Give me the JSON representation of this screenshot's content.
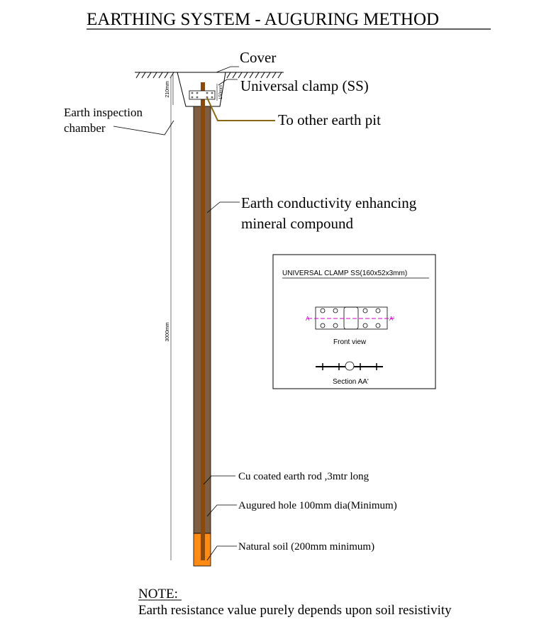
{
  "title": "EARTHING SYSTEM - AUGURING METHOD",
  "labels": {
    "cover": "Cover",
    "clamp": "Universal clamp (SS)",
    "chamber_1": "Earth inspection",
    "chamber_2": "chamber",
    "other_pit": "To other earth pit",
    "compound_1": "Earth conductivity enhancing",
    "compound_2": "mineral compound",
    "rod": "Cu coated earth rod ,3mtr long",
    "hole": "Augured hole 100mm dia(Minimum)",
    "soil": "Natural soil (200mm minimum)"
  },
  "dimensions": {
    "chamber_depth": "210mm",
    "clamp_height": "150mm",
    "rod_length": "3000mm"
  },
  "inset": {
    "title": "UNIVERSAL CLAMP SS(160x52x3mm)",
    "front_view": "Front view",
    "section": "Section AA'",
    "section_a": "A",
    "section_a_prime": "A'"
  },
  "note": {
    "heading": "NOTE:",
    "text": "Earth resistance value purely depends upon soil resistivity"
  },
  "colors": {
    "fill": "#7f5f43",
    "rod": "#8b4a0c",
    "soil": "#ff8a14",
    "wire": "#8a6a10",
    "axis": "#d000d0"
  }
}
